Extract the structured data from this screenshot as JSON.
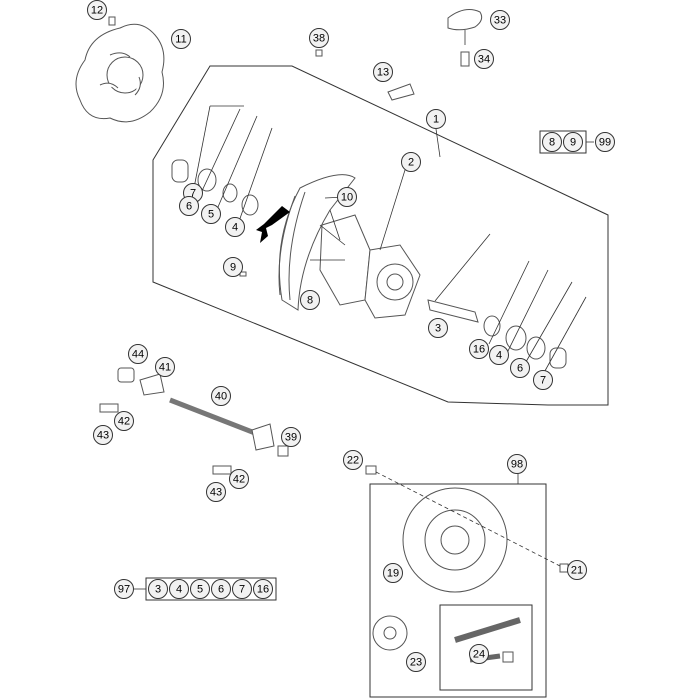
{
  "diagram": {
    "callouts": {
      "c12": "12",
      "c11": "11",
      "c38": "38",
      "c33": "33",
      "c34": "34",
      "c13": "13",
      "c1": "1",
      "c2": "2",
      "c10": "10",
      "c7a": "7",
      "c6a": "6",
      "c5a": "5",
      "c4a": "4",
      "c9": "9",
      "c8": "8",
      "c3": "3",
      "c16": "16",
      "c4b": "4",
      "c6b": "6",
      "c7b": "7",
      "c44": "44",
      "c41": "41",
      "c40": "40",
      "c42a": "42",
      "c43a": "43",
      "c39": "39",
      "c42b": "42",
      "c43b": "43",
      "c22": "22",
      "c98": "98",
      "c19": "19",
      "c21": "21",
      "c23": "23",
      "c24": "24",
      "c99": "99",
      "c97": "97"
    },
    "group_99": {
      "items": [
        "8",
        "9"
      ],
      "label": "99"
    },
    "group_97": {
      "items": [
        "3",
        "4",
        "5",
        "6",
        "7",
        "16"
      ],
      "label": "97"
    },
    "colors": {
      "stroke": "#333333",
      "callout_fill": "#f2f2f2",
      "direction_arrow": "#000000"
    }
  }
}
